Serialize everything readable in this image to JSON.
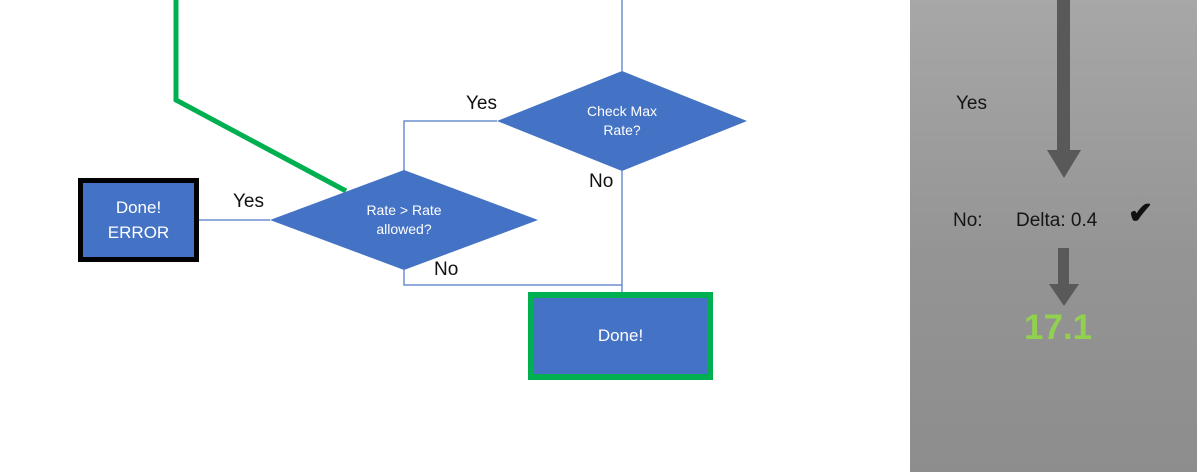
{
  "colors": {
    "node_fill": "#4472C4",
    "connector_blue": "#6b8fd0",
    "accent_green": "#00B050",
    "result_green": "#92D050",
    "arrow_gray": "#595959",
    "panel_gray": "#999999"
  },
  "flowchart": {
    "decision_check_max_rate": {
      "label": "Check Max Rate?",
      "yes_label": "Yes",
      "no_label": "No"
    },
    "decision_rate_allowed": {
      "label": "Rate > Rate allowed?",
      "yes_label": "Yes",
      "no_label": "No"
    },
    "done_error_box": {
      "label": "Done!\nERROR"
    },
    "done_box": {
      "label": "Done!"
    }
  },
  "side_panel": {
    "yes_label": "Yes",
    "no_label": "No:",
    "delta_value": "Delta: 0.4",
    "check_icon": "✔",
    "result_value": "17.1"
  }
}
